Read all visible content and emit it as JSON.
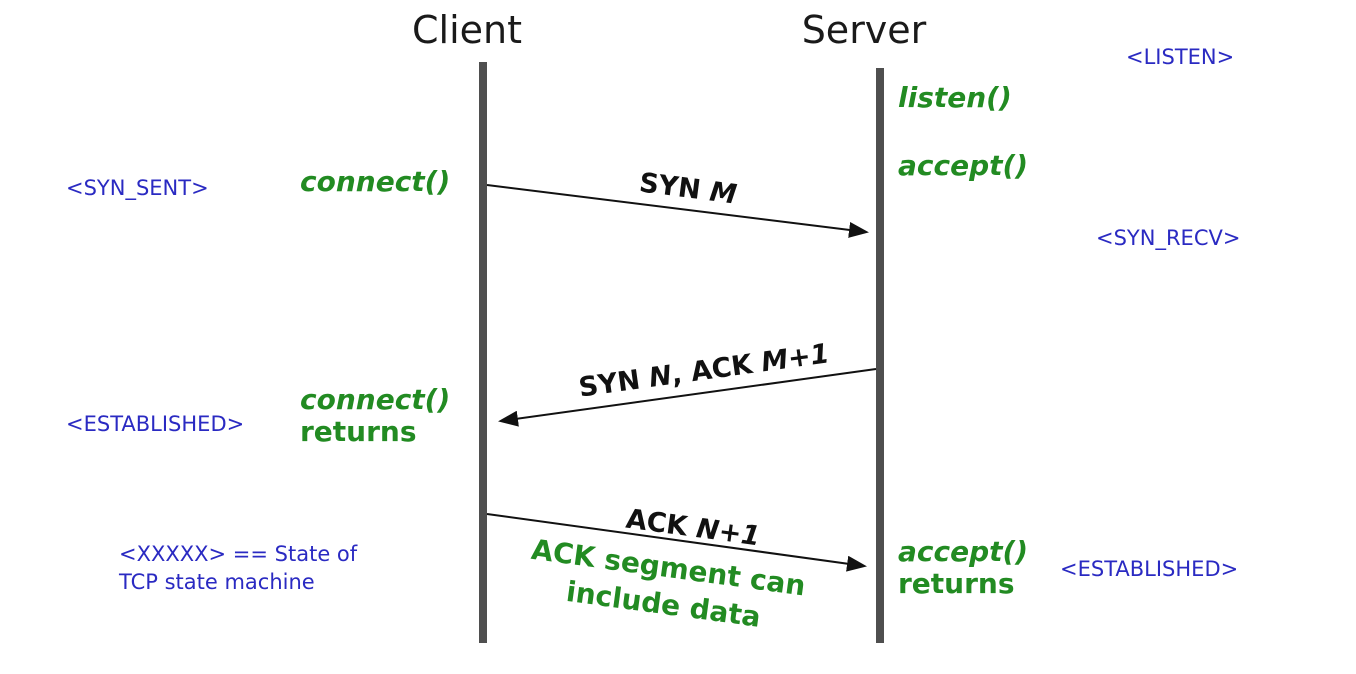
{
  "diagram": {
    "title_semantics": "TCP three-way handshake sequence diagram",
    "colors": {
      "state_blue": "#2a2ac2",
      "call_green": "#228b22",
      "lifeline_gray": "#4f4f4f",
      "arrow_black": "#111111"
    },
    "actors": {
      "client": "Client",
      "server": "Server"
    },
    "states": {
      "listen": "<LISTEN>",
      "syn_sent": "<SYN_SENT>",
      "syn_recv": "<SYN_RECV>",
      "established_client": "<ESTABLISHED>",
      "established_server": "<ESTABLISHED>"
    },
    "calls": {
      "listen": "listen()",
      "accept": "accept()",
      "connect": "connect()",
      "connect_returns_line1": "connect()",
      "connect_returns_line2": "returns",
      "accept_returns_line1": "accept()",
      "accept_returns_line2": "returns"
    },
    "messages": {
      "syn": {
        "plain1": "SYN ",
        "italic1": "M"
      },
      "synack": {
        "plain1": "SYN ",
        "italic1": "N",
        "plain2": ", ACK ",
        "italic2": "M+1"
      },
      "ack": {
        "plain1": "ACK ",
        "italic1": "N+1"
      }
    },
    "annotations": {
      "ack_note_line1": "ACK segment can",
      "ack_note_line2": "include data",
      "legend_line1": "<XXXXX> == State of",
      "legend_line2": "TCP state machine"
    }
  }
}
